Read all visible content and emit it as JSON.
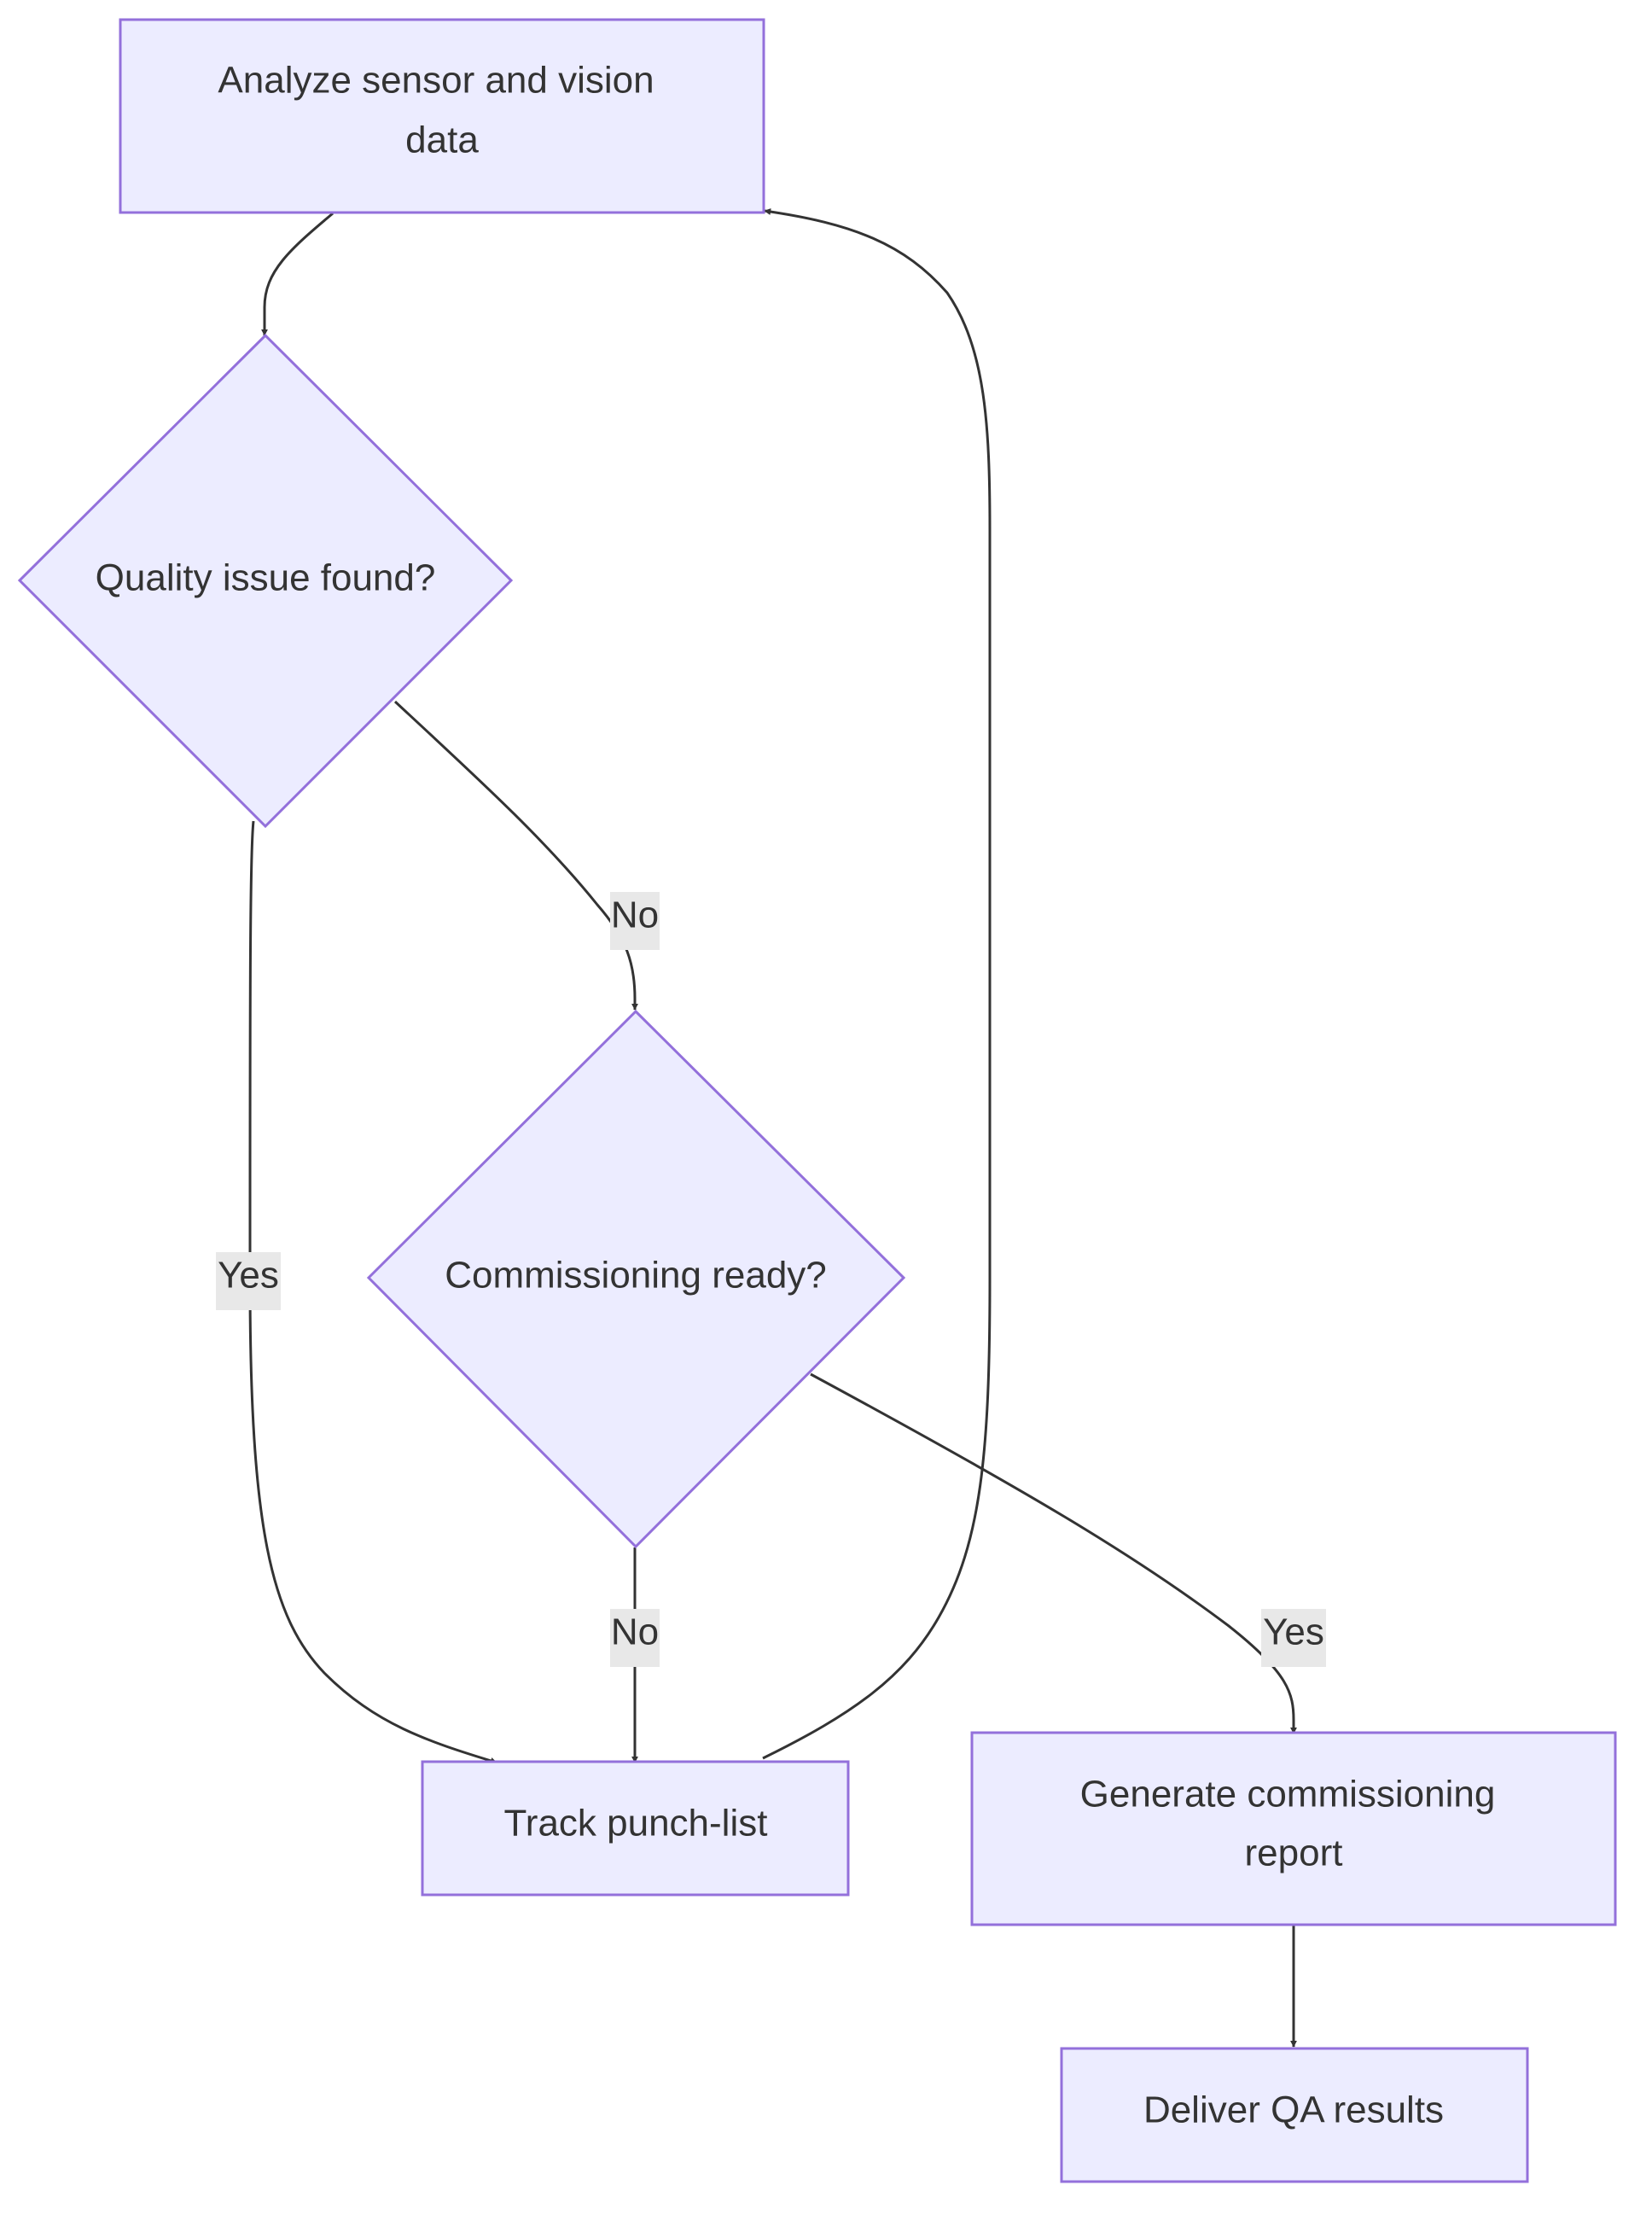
{
  "diagram": {
    "type": "flowchart",
    "nodes": {
      "analyze": {
        "line1": "Analyze sensor and vision",
        "line2": "data"
      },
      "quality": {
        "label": "Quality issue found?"
      },
      "commissioning": {
        "label": "Commissioning ready?"
      },
      "punch": {
        "label": "Track punch-list"
      },
      "report": {
        "line1": "Generate commissioning",
        "line2": "report"
      },
      "deliver": {
        "label": "Deliver QA results"
      }
    },
    "edges": {
      "quality_no": {
        "label": "No"
      },
      "quality_yes": {
        "label": "Yes"
      },
      "commissioning_no": {
        "label": "No"
      },
      "commissioning_yes": {
        "label": "Yes"
      }
    },
    "colors": {
      "node_fill": "#ececff",
      "node_stroke": "#9370db",
      "edge": "#333333",
      "label_bg": "#e8e8e8",
      "text": "#333333"
    }
  }
}
